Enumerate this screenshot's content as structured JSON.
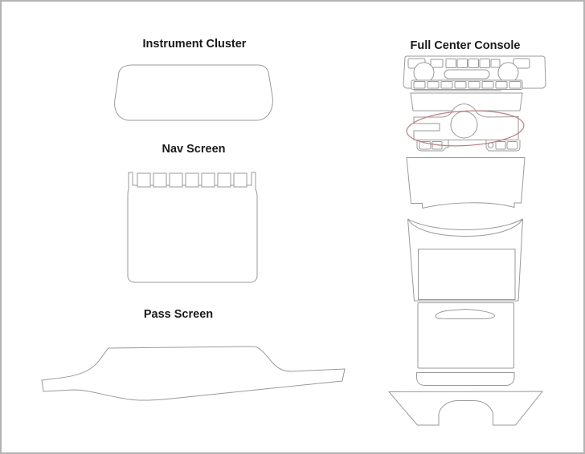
{
  "colors": {
    "background": "#ffffff",
    "border": "#b3b3b3",
    "outline": "#9a9a9a",
    "highlight": "#c97b7b",
    "text": "#1a1a1a"
  },
  "labels": {
    "instrument_cluster": "Instrument Cluster",
    "nav_screen": "Nav Screen",
    "pass_screen": "Pass Screen",
    "full_center_console": "Full Center Console"
  },
  "annotation": {
    "shape": "ellipse",
    "color": "#c97b7b",
    "target": "center-console shifter bezel piece"
  }
}
